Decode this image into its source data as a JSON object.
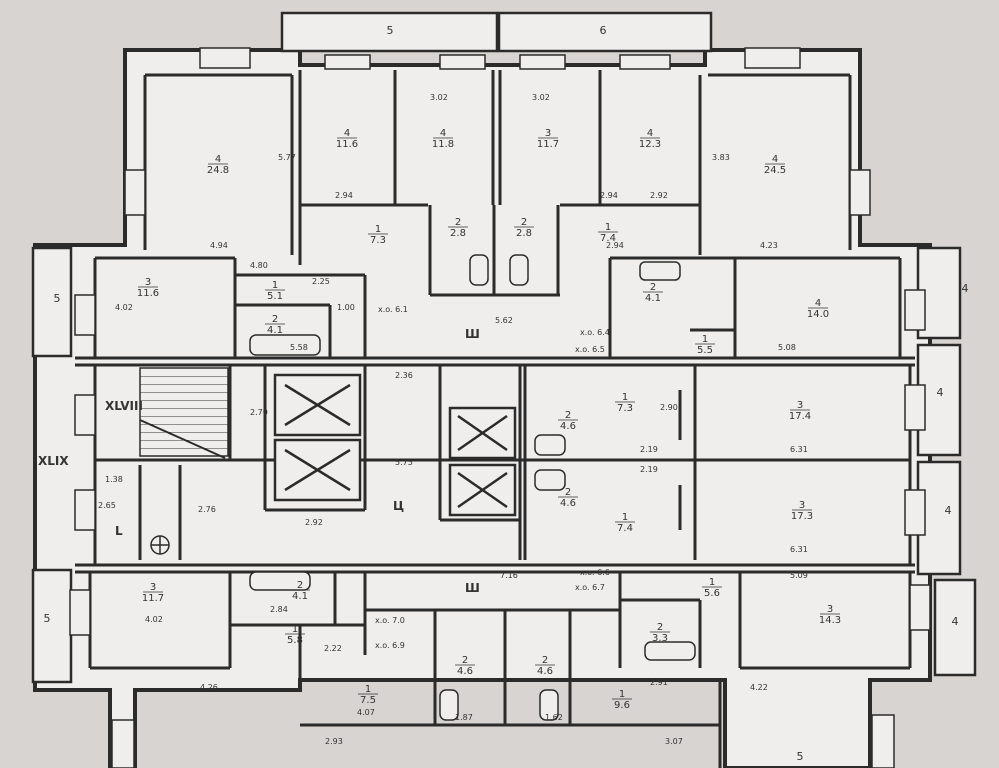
{
  "plan": {
    "colors": {
      "paper": "#d7d4d1",
      "room": "#efeeec",
      "wall": "#2b2b2b",
      "hatch": "#555555"
    },
    "balconies": {
      "top_left": "5",
      "top_right": "6",
      "left_upper": "5",
      "left_lower": "5",
      "right_upper": "4",
      "right_middle": "4",
      "right_lower": "4",
      "right_bottom": "4",
      "bottom_right": "5"
    },
    "roman": {
      "stair": "XLVIII",
      "left_side": "XLIX"
    },
    "zones": {
      "corridor_top": "Ш",
      "lift_hall": "Ц",
      "corridor_bottom": "Ш",
      "vestibule": "L"
    },
    "rooms": [
      {
        "id": "r1",
        "num": "4",
        "area": "24.8"
      },
      {
        "id": "r2",
        "num": "4",
        "area": "11.6"
      },
      {
        "id": "r3",
        "num": "4",
        "area": "11.8"
      },
      {
        "id": "r4",
        "num": "3",
        "area": "11.7"
      },
      {
        "id": "r5",
        "num": "4",
        "area": "12.3"
      },
      {
        "id": "r6",
        "num": "4",
        "area": "24.5"
      },
      {
        "id": "r7",
        "num": "1",
        "area": "7.3"
      },
      {
        "id": "r8",
        "num": "2",
        "area": "2.8"
      },
      {
        "id": "r9",
        "num": "2",
        "area": "2.8"
      },
      {
        "id": "r10",
        "num": "1",
        "area": "7.4"
      },
      {
        "id": "r11",
        "num": "3",
        "area": "11.6"
      },
      {
        "id": "r12",
        "num": "1",
        "area": "5.1"
      },
      {
        "id": "r13",
        "num": "2",
        "area": "4.1"
      },
      {
        "id": "r14",
        "num": "2",
        "area": "4.1"
      },
      {
        "id": "r15",
        "num": "4",
        "area": "14.0"
      },
      {
        "id": "r16",
        "num": "1",
        "area": "5.5"
      },
      {
        "id": "r17",
        "num": "1",
        "area": "7.3"
      },
      {
        "id": "r18",
        "num": "2",
        "area": "4.6"
      },
      {
        "id": "r19",
        "num": "3",
        "area": "17.4"
      },
      {
        "id": "r20",
        "num": "2",
        "area": "4.6"
      },
      {
        "id": "r21",
        "num": "1",
        "area": "7.4"
      },
      {
        "id": "r22",
        "num": "3",
        "area": "17.3"
      },
      {
        "id": "r23",
        "num": "3",
        "area": "11.7"
      },
      {
        "id": "r24",
        "num": "2",
        "area": "4.1"
      },
      {
        "id": "r25",
        "num": "1",
        "area": "5.8"
      },
      {
        "id": "r26",
        "num": "1",
        "area": "5.6"
      },
      {
        "id": "r27",
        "num": "3",
        "area": "14.3"
      },
      {
        "id": "r28",
        "num": "2",
        "area": "3.3"
      },
      {
        "id": "r29",
        "num": "1",
        "area": "7.5"
      },
      {
        "id": "r30",
        "num": "2",
        "area": "4.6"
      },
      {
        "id": "r31",
        "num": "2",
        "area": "4.6"
      },
      {
        "id": "r32",
        "num": "1",
        "area": "9.6"
      }
    ],
    "dimensions": [
      "5.77",
      "3.02",
      "3.02",
      "3.83",
      "2.94",
      "2.92",
      "4.94",
      "4.80",
      "4.23",
      "2.94",
      "2.94",
      "4.02",
      "2.25",
      "1.00",
      "5.62",
      "5.08",
      "5.58",
      "2.70",
      "2.36",
      "5.75",
      "2.92",
      "6.31",
      "6.31",
      "1.38",
      "2.65",
      "2.76",
      "7.16",
      "4.02",
      "2.84",
      "2.22",
      "4.26",
      "4.07",
      "1.87",
      "1.62",
      "2.91",
      "4.22",
      "2.93",
      "3.07",
      "5.09",
      "2.19",
      "2.19",
      "2.90"
    ],
    "heights": [
      "x.o. 6.1",
      "x.o. 6.4",
      "x.o. 6.5",
      "x.o. 6.6",
      "x.o. 6.7",
      "x.o. 7.0",
      "x.o. 6.9"
    ]
  }
}
